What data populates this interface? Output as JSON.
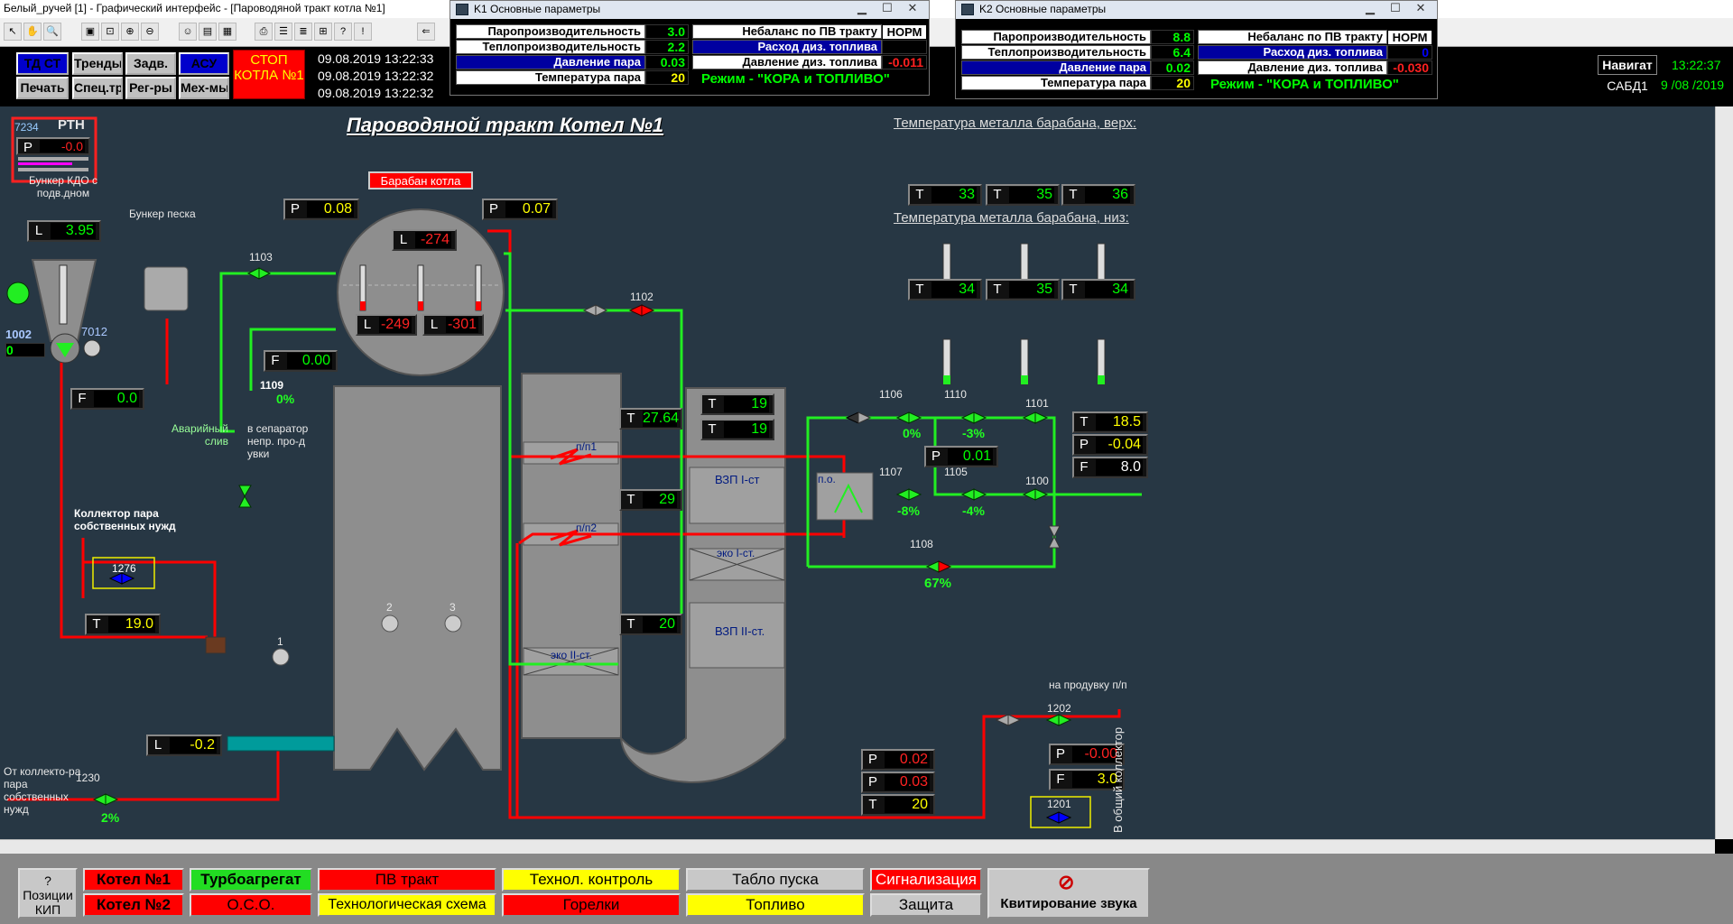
{
  "window": {
    "title": "Белый_ручей [1] - Графический интерфейс - [Пароводяной тракт котла №1]"
  },
  "menu": {
    "row1": [
      "ТД СТ",
      "Тренды",
      "Задв.",
      "АСУ"
    ],
    "row2": [
      "Печать",
      "Спец.тр",
      "Рег-ры",
      "Мех-мы"
    ],
    "stop": "СТОП КОТЛА №1",
    "datetimes": [
      "09.08.2019 13:22:33",
      "09.08.2019 13:22:32",
      "09.08.2019 13:22:32"
    ]
  },
  "k1": {
    "title": "K1 Основные параметры",
    "left": [
      {
        "label": "Паропроизводительность",
        "value": "3.0"
      },
      {
        "label": "Теплопроизводительность",
        "value": "2.2"
      },
      {
        "label": "Давление пара",
        "value": "0.03"
      },
      {
        "label": "Температура пара",
        "value": "20"
      }
    ],
    "right": [
      {
        "label": "Небаланс по ПВ тракту",
        "value": "НОРМ"
      },
      {
        "label": "Расход диз. топлива",
        "value": ""
      },
      {
        "label": "Давление диз. топлива",
        "value": "-0.011"
      }
    ],
    "mode": "Режим - \"КОРА и ТОПЛИВО\""
  },
  "k2": {
    "title": "K2 Основные параметры",
    "left": [
      {
        "label": "Паропроизводительность",
        "value": "8.8"
      },
      {
        "label": "Теплопроизводительность",
        "value": "6.4"
      },
      {
        "label": "Давление пара",
        "value": "0.02"
      },
      {
        "label": "Температура пара",
        "value": "20"
      }
    ],
    "right": [
      {
        "label": "Небаланс по ПВ тракту",
        "value": "НОРМ"
      },
      {
        "label": "Расход диз. топлива",
        "value": "0"
      },
      {
        "label": "Давление диз. топлива",
        "value": "-0.030"
      }
    ],
    "mode": "Режим - \"КОРА и ТОПЛИВО\""
  },
  "rightpanel": {
    "nav": "Навигат",
    "sabd": "САБД1",
    "time": "13:22:37",
    "date": "9 /08 /2019"
  },
  "scheme": {
    "title": "Пароводяной тракт Котел №1",
    "rtn": {
      "code": "7234",
      "name": "РТН",
      "p": "-0.0"
    },
    "drum_label": "Барабан котла",
    "drum_p_left": "0.08",
    "drum_p_right": "0.07",
    "drum_l_top": "-274",
    "drum_l_bl": "-249",
    "drum_l_br": "-301",
    "bunker_kdo": "Бункер КДО с подв.дном",
    "bunker_kdo_l": "3.95",
    "bunker_sand": "Бункер песка",
    "m_code": "1002",
    "m_val": "0",
    "pump_code": "7012",
    "f_left": "0.0",
    "v1103": "1103",
    "f_1109": "0.00",
    "v1109": "1109",
    "pct1109": "0%",
    "emergency": "Аварийный слив",
    "separator": "в сепаратор непр. про-д увки",
    "collector": "Коллектор пара собственных нужд",
    "v1276": "1276",
    "t_coll": "19.0",
    "l_bottom": "-0.2",
    "from_coll": "От коллекто-ра пара собственных нужд",
    "v1230": "1230",
    "pct1230": "2%",
    "burners": [
      "2",
      "3",
      "1"
    ],
    "t_2764": "27.64",
    "t_29": "29",
    "t_20": "20",
    "pp1": "п/п1",
    "pp2": "п/п2",
    "eco2": "эко II-ст.",
    "t_19a": "19",
    "t_19b": "19",
    "vzp1": "ВЗП I-ст",
    "eco1": "эко I-ст.",
    "vzp2": "ВЗП II-ст.",
    "v1102": "1102",
    "po": "п.о.",
    "v1106": "1106",
    "pct1106": "0%",
    "v1110": "1110",
    "pct1110": "-3%",
    "v1101": "1101",
    "p_001": "0.01",
    "v1107": "1107",
    "pct1107": "-8%",
    "v1105": "1105",
    "pct1105": "-4%",
    "v1100": "1100",
    "v1108": "1108",
    "pct1108": "67%",
    "out_t": "18.5",
    "out_p": "-0.04",
    "out_f": "8.0",
    "temp_top_title": "Температура металла барабана, верх:",
    "temp_top": [
      "33",
      "35",
      "36"
    ],
    "temp_bot_title": "Температура металла барабана, низ:",
    "temp_bot": [
      "34",
      "35",
      "34"
    ],
    "blow": "на продувку п/п",
    "v1202": "1202",
    "p_002": "0.02",
    "p_003": "0.03",
    "t_20b": "20",
    "p_neg": "-0.00",
    "f_30": "3.0",
    "v1201": "1201",
    "common": "В общий коллектор"
  },
  "footer": {
    "kip": "? Позиции КИП",
    "b": [
      "Котел №1",
      "Котел №2",
      "Турбоагрегат",
      "О.С.О.",
      "ПВ тракт",
      "Технологическая схема",
      "Технол. контроль",
      "Горелки",
      "Табло пуска",
      "Топливо",
      "Сигнализация",
      "Защита",
      "Квитирование звука"
    ]
  },
  "colors": {
    "bg": "#273744",
    "steam": "#ff0000",
    "water": "#22ee22",
    "unit": "#909090"
  }
}
